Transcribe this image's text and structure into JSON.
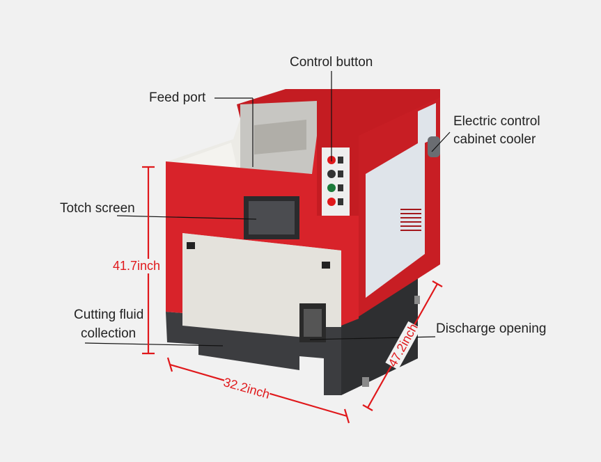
{
  "labels": {
    "control_button": "Control button",
    "feed_port": "Feed port",
    "cooler_line1": "Electric control",
    "cooler_line2": "cabinet cooler",
    "touch_screen": "Totch screen",
    "fluid_line1": "Cutting fluid",
    "fluid_line2": "collection",
    "discharge": "Discharge opening"
  },
  "dimensions": {
    "height": "41.7inch",
    "width": "32.2inch",
    "depth": "47.2inch"
  },
  "colors": {
    "body_red": "#d8232a",
    "panel_light": "#e4e2dc",
    "base_dark": "#3c3d40",
    "dimension_red": "#e0181b",
    "leader_line": "#111111"
  }
}
